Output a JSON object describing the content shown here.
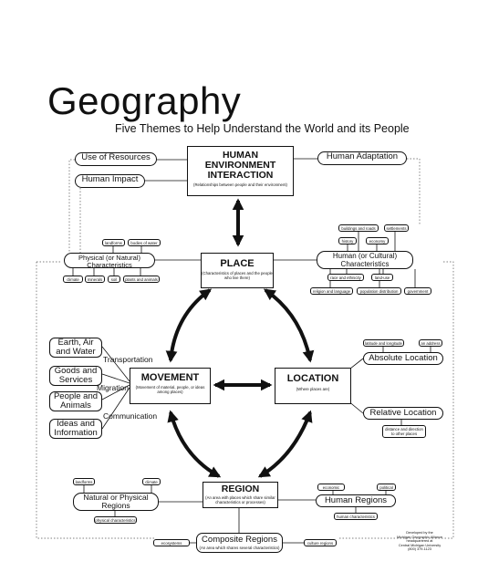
{
  "title": "Geography",
  "subtitle": "Five Themes to Help Understand the World and its People",
  "hei": {
    "heading": "HUMAN ENVIRONMENT INTERACTION",
    "subtext": "(Relationships between people and their environment)",
    "use_of_resources": "Use of Resources",
    "human_impact": "Human Impact",
    "human_adaptation": "Human Adaptation"
  },
  "place": {
    "heading": "PLACE",
    "subtext": "(Characteristics of places and the people who live there)",
    "physical": "Physical (or Natural) Characteristics",
    "physical_top": [
      "landforms",
      "bodies of water"
    ],
    "physical_bottom": [
      "climate",
      "minerals",
      "soil",
      "plants and animals"
    ],
    "human": "Human (or Cultural) Characteristics",
    "human_top1": [
      "buildings and roads",
      "settlements"
    ],
    "human_top2": [
      "history",
      "economy"
    ],
    "human_mid": [
      "race and ethnicity",
      "land-use"
    ],
    "human_bottom": [
      "religion and language",
      "population distribution",
      "government"
    ]
  },
  "movement": {
    "heading": "MOVEMENT",
    "subtext": "(Movement of material, people, or ideas among places)",
    "items": [
      "Earth, Air and Water",
      "Goods and Services",
      "People and Animals",
      "Ideas and Information"
    ],
    "modes": [
      "Transportation",
      "Migration",
      "Communication"
    ]
  },
  "location": {
    "heading": "LOCATION",
    "subtext": "(Where places are)",
    "absolute": "Absolute Location",
    "absolute_details": [
      "latitude and longitude",
      "an address"
    ],
    "relative": "Relative Location",
    "relative_detail": "distance and direction to other places"
  },
  "region": {
    "heading": "REGION",
    "subtext": "(An area with places which share similar characteristics or processes)",
    "natural": "Natural or Physical Regions",
    "natural_details": [
      "landforms",
      "climate"
    ],
    "natural_detail_bottom": "physical characteristics",
    "human": "Human Regions",
    "human_details": [
      "economic",
      "political"
    ],
    "human_detail_bottom": "human characteristics",
    "composite": "Composite Regions",
    "composite_sub": "(An area which shares several characteristics)",
    "composite_left": "ecosystems",
    "composite_right": "culture regions"
  },
  "credit": [
    "Developed by the",
    "Michigan Geographic Alliance",
    "headquartered at",
    "Central Michigan University",
    "(800) 379-1123"
  ]
}
